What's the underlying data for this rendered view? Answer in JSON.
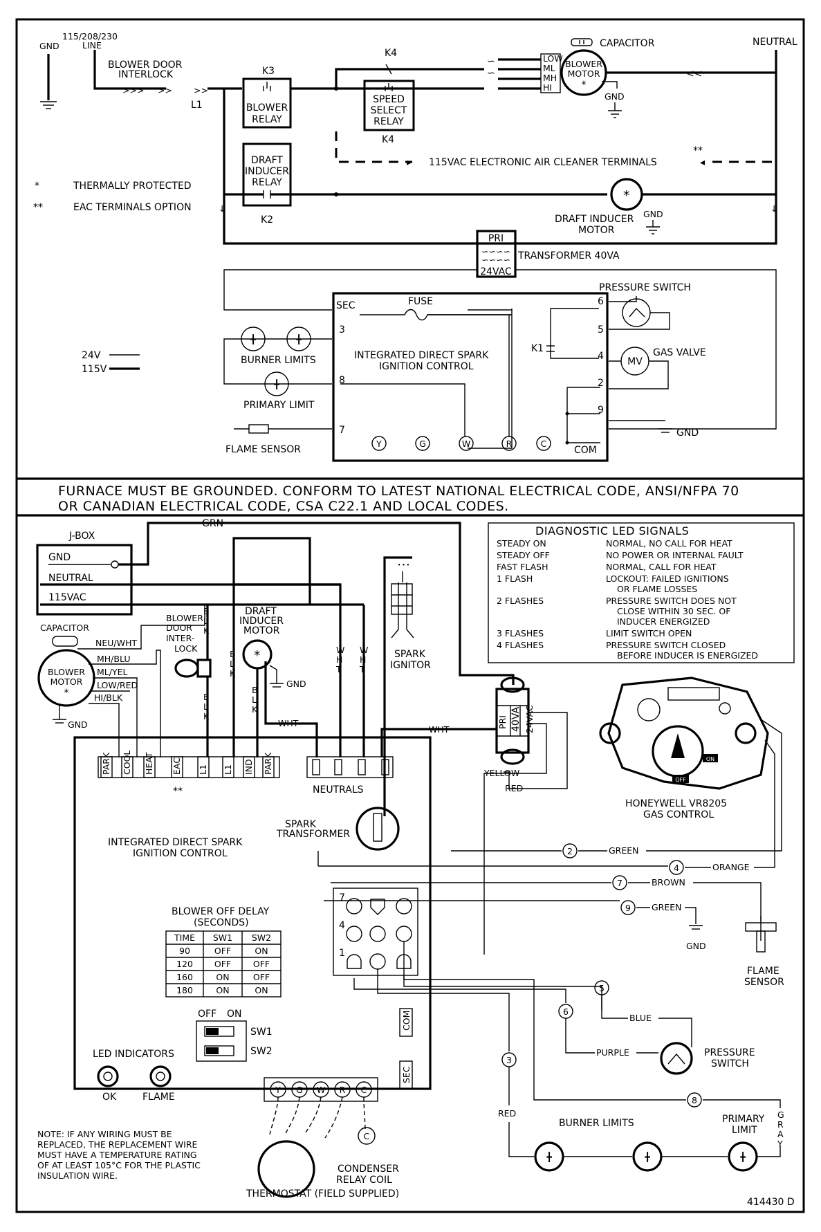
{
  "top": {
    "gnd": "GND",
    "line_voltage": "115/208/230",
    "line": "LINE",
    "blower_door_interlock": [
      "BLOWER DOOR",
      "INTERLOCK"
    ],
    "l1": "L1",
    "k3": "K3",
    "blower_relay": [
      "BLOWER",
      "RELAY"
    ],
    "k4_top": "K4",
    "k4_bottom": "K4",
    "speed_select_relay": [
      "SPEED",
      "SELECT",
      "RELAY"
    ],
    "draft_inducer_relay": [
      "DRAFT",
      "INDUCER",
      "RELAY"
    ],
    "k2": "K2",
    "motor_taps": [
      "LOW",
      "ML",
      "MH",
      "HI"
    ],
    "blower_motor": [
      "BLOWER",
      "MOTOR",
      "*"
    ],
    "capacitor": "CAPACITOR",
    "neutral": "NEUTRAL",
    "motor_gnd": "GND",
    "eac_label": "115VAC   ELECTRONIC AIR CLEANER TERMINALS",
    "eac_stars": "**",
    "legend_star": "*",
    "legend_star_text": "THERMALLY PROTECTED",
    "legend_dstar": "**",
    "legend_dstar_text": "EAC TERMINALS OPTION",
    "inducer_star": "*",
    "draft_inducer_motor": [
      "DRAFT INDUCER",
      "MOTOR"
    ],
    "inducer_gnd": "GND",
    "pri": "PRI",
    "sec_24": "24VAC",
    "transformer": "TRANSFORMER 40VA",
    "sec": "SEC",
    "fuse": "FUSE",
    "terminals": [
      "6",
      "5",
      "4",
      "2",
      "9",
      "3",
      "8",
      "7"
    ],
    "k1": "K1",
    "ignition_control": [
      "INTEGRATED DIRECT SPARK",
      "IGNITION CONTROL"
    ],
    "pressure_switch": "PRESSURE SWITCH",
    "gas_valve": "GAS VALVE",
    "mv": "MV",
    "burner_limits": "BURNER LIMITS",
    "primary_limit": "PRIMARY LIMIT",
    "flame_sensor": "FLAME SENSOR",
    "legend_24v": "24V",
    "legend_115v": "115V",
    "gnd9": "GND",
    "com": "COM",
    "circle_terminals": [
      "Y",
      "G",
      "W",
      "R",
      "C"
    ]
  },
  "notice": [
    "FURNACE MUST BE GROUNDED. CONFORM TO LATEST NATIONAL ELECTRICAL CODE, ANSI/NFPA 70",
    "OR CANADIAN ELECTRICAL CODE, CSA C22.1 AND LOCAL CODES."
  ],
  "bottom": {
    "jbox": "J-BOX",
    "jbox_rows": [
      "GND",
      "NEUTRAL",
      "115VAC"
    ],
    "grn": "GRN",
    "capacitor": "CAPACITOR",
    "blower_motor": [
      "BLOWER",
      "MOTOR",
      "*"
    ],
    "motor_wires": [
      "NEU/WHT",
      "MH/BLU",
      "ML/YEL",
      "LOW/RED",
      "HI/BLK"
    ],
    "motor_gnd": "GND",
    "blower_door_interlock": [
      "BLOWER",
      "DOOR",
      "INTER-",
      "LOCK"
    ],
    "blk_vertical": [
      "B",
      "L",
      "K"
    ],
    "wht_vertical": [
      "W",
      "H",
      "T"
    ],
    "draft_inducer_motor": [
      "DRAFT",
      "INDUCER",
      "MOTOR"
    ],
    "inducer_star": "*",
    "inducer_gnd": "GND",
    "wht": "WHT",
    "wht2": "WHT",
    "spark_ignitor": [
      "SPARK",
      "IGNITOR"
    ],
    "transformer_pri": "PRI",
    "transformer_va": "40VA",
    "transformer_sec": "24VAC",
    "yellow": "YELLOW",
    "red": "RED",
    "board_terminals": [
      "PARK",
      "COOL",
      "HEAT",
      "EAC",
      "L1",
      "L1",
      "IND",
      "PARK"
    ],
    "neutrals": "NEUTRALS",
    "eac_stars": "**",
    "spark_transformer": [
      "SPARK",
      "TRANSFORMER"
    ],
    "ignition_control": [
      "INTEGRATED DIRECT SPARK",
      "IGNITION CONTROL"
    ],
    "gas_control": [
      "HONEYWELL VR8205",
      "GAS CONTROL"
    ],
    "honeywell": "Honeywell",
    "on": "ON",
    "off": "OFF",
    "diag_title": "DIAGNOSTIC LED SIGNALS",
    "diag_rows": [
      {
        "code": "STEADY ON",
        "desc": [
          "NORMAL, NO CALL FOR HEAT"
        ]
      },
      {
        "code": "STEADY OFF",
        "desc": [
          "NO POWER OR INTERNAL FAULT"
        ]
      },
      {
        "code": "FAST FLASH",
        "desc": [
          "NORMAL, CALL FOR HEAT"
        ]
      },
      {
        "code": "1 FLASH",
        "desc": [
          "LOCKOUT: FAILED IGNITIONS",
          "OR FLAME LOSSES"
        ]
      },
      {
        "code": "2 FLASHES",
        "desc": [
          "PRESSURE SWITCH DOES NOT",
          "CLOSE WITHIN 30 SEC. OF",
          "INDUCER ENERGIZED"
        ]
      },
      {
        "code": "3 FLASHES",
        "desc": [
          "LIMIT SWITCH OPEN"
        ]
      },
      {
        "code": "4 FLASHES",
        "desc": [
          "PRESSURE SWITCH CLOSED",
          "BEFORE INDUCER IS ENERGIZED"
        ]
      }
    ],
    "blower_delay_title": [
      "BLOWER OFF DELAY",
      "(SECONDS)"
    ],
    "delay_table": {
      "headers": [
        "TIME",
        "SW1",
        "SW2"
      ],
      "rows": [
        [
          "90",
          "OFF",
          "ON"
        ],
        [
          "120",
          "OFF",
          "OFF"
        ],
        [
          "160",
          "ON",
          "OFF"
        ],
        [
          "180",
          "ON",
          "ON"
        ]
      ]
    },
    "dip_off": "OFF",
    "dip_on": "ON",
    "sw1": "SW1",
    "sw2": "SW2",
    "led_indicators": "LED INDICATORS",
    "led_ok": "OK",
    "led_flame": "FLAME",
    "com": "COM",
    "sec": "SEC",
    "circle_terminals": [
      "Y",
      "G",
      "W",
      "R",
      "C"
    ],
    "plug_pins": [
      "7",
      "4",
      "1"
    ],
    "wires": {
      "n2": "2",
      "green": "GREEN",
      "n4": "4",
      "orange": "ORANGE",
      "n7": "7",
      "brown": "BROWN",
      "n9": "9",
      "green9": "GREEN",
      "n5": "5",
      "blue": "BLUE",
      "n6": "6",
      "purple": "PURPLE",
      "n3": "3",
      "red": "RED",
      "n8": "8",
      "gray": [
        "G",
        "R",
        "A",
        "Y"
      ]
    },
    "gnd9": "GND",
    "flame_sensor": [
      "FLAME",
      "SENSOR"
    ],
    "pressure_switch": [
      "PRESSURE",
      "SWITCH"
    ],
    "burner_limits": "BURNER LIMITS",
    "primary_limit": [
      "PRIMARY",
      "LIMIT"
    ],
    "note": [
      "NOTE: IF ANY WIRING MUST BE",
      "REPLACED, THE REPLACEMENT WIRE",
      "MUST HAVE A TEMPERATURE RATING",
      "OF AT LEAST 105°C FOR THE PLASTIC",
      "INSULATION WIRE."
    ],
    "thermostat": "THERMOSTAT (FIELD SUPPLIED)",
    "condenser": [
      "CONDENSER",
      "RELAY COIL"
    ],
    "condenser_c": "C",
    "doc_number": "414430 D"
  }
}
